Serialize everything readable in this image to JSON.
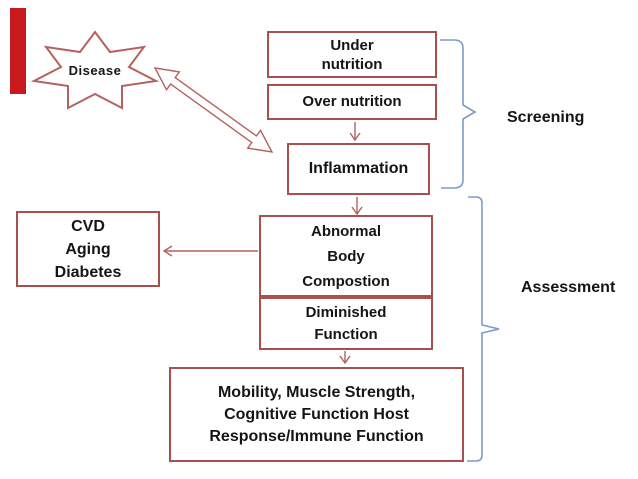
{
  "colors": {
    "box_border": "#a9504e",
    "shape_outline": "#b5625f",
    "brace": "#7b9cc9",
    "text": "#151515",
    "corner_bar": "#c8191e",
    "background": "#ffffff"
  },
  "star": {
    "label": "Disease"
  },
  "boxes": {
    "under": {
      "lines": [
        "Under",
        "nutrition"
      ]
    },
    "over": {
      "lines": [
        "Over nutrition"
      ]
    },
    "inflammation": {
      "lines": [
        "Inflammation"
      ]
    },
    "abnormal": {
      "lines": [
        "Abnormal",
        "Body",
        "Compostion"
      ]
    },
    "diminished": {
      "lines": [
        "Diminished",
        "Function"
      ]
    },
    "outcomes": {
      "lines": [
        "Mobility, Muscle Strength,",
        "Cognitive Function Host",
        "Response/Immune Function"
      ]
    },
    "cvd": {
      "lines": [
        "CVD",
        "Aging",
        "Diabetes"
      ]
    }
  },
  "side_labels": {
    "screening": "Screening",
    "assessment": "Assessment"
  }
}
